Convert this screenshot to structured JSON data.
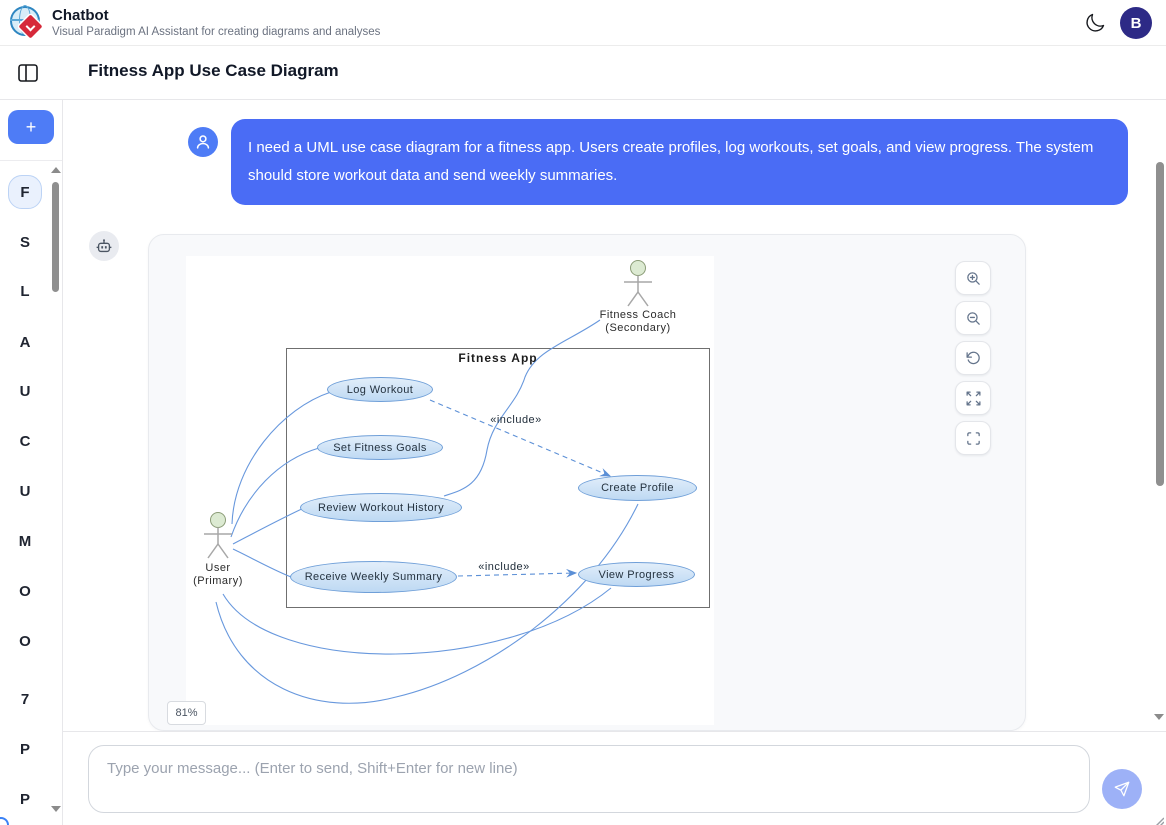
{
  "header": {
    "app_title": "Chatbot",
    "app_subtitle": "Visual Paradigm AI Assistant for creating diagrams and analyses",
    "avatar_initial": "B"
  },
  "toolbar": {
    "page_title": "Fitness App Use Case Diagram"
  },
  "sidebar": {
    "new_chat_label": "+",
    "items": [
      "F",
      "S",
      "L",
      "A",
      "U",
      "C",
      "U",
      "M",
      "O",
      "O",
      "7",
      "P",
      "P"
    ],
    "selected_index": 0
  },
  "chat": {
    "user_message": "I need a UML use case diagram for a fitness app. Users create profiles, log workouts, set goals, and view progress. The system should store workout data and send weekly summaries.",
    "zoom_level": "81%"
  },
  "diagram": {
    "system_boundary_title": "Fitness App",
    "actors": [
      {
        "name": "Fitness Coach",
        "stereotype": "(Secondary)"
      },
      {
        "name": "User",
        "stereotype": "(Primary)"
      }
    ],
    "use_cases": [
      "Log Workout",
      "Set Fitness Goals",
      "Review Workout History",
      "Receive Weekly Summary",
      "Create Profile",
      "View Progress"
    ],
    "include_labels": [
      "«include»",
      "«include»"
    ],
    "relationships": [
      {
        "from": "User",
        "to": "Log Workout",
        "type": "association"
      },
      {
        "from": "User",
        "to": "Set Fitness Goals",
        "type": "association"
      },
      {
        "from": "User",
        "to": "Review Workout History",
        "type": "association"
      },
      {
        "from": "User",
        "to": "Receive Weekly Summary",
        "type": "association"
      },
      {
        "from": "User",
        "to": "View Progress",
        "type": "association"
      },
      {
        "from": "User",
        "to": "Create Profile",
        "type": "association"
      },
      {
        "from": "Fitness Coach",
        "to": "Review Workout History",
        "type": "association"
      },
      {
        "from": "Log Workout",
        "to": "Create Profile",
        "type": "include"
      },
      {
        "from": "Receive Weekly Summary",
        "to": "View Progress",
        "type": "include"
      }
    ]
  },
  "diagram_controls": [
    "zoom-in",
    "zoom-out",
    "reset-view",
    "expand",
    "fullscreen"
  ],
  "composer": {
    "placeholder": "Type your message... (Enter to send, Shift+Enter for new line)"
  },
  "icons": {
    "header": [
      "moon-icon",
      "vp-logo"
    ],
    "toolbar": [
      "panel-toggle-icon"
    ],
    "chat": [
      "user-person-icon",
      "bot-robot-icon"
    ],
    "controls": [
      "zoom-in-icon",
      "zoom-out-icon",
      "reset-icon",
      "expand-icon",
      "fullscreen-icon"
    ],
    "composer": [
      "send-icon"
    ]
  },
  "colors": {
    "bubble_blue": "#4a6cf5",
    "accent_blue": "#4e7cf6",
    "avatar_indigo": "#2d2a86",
    "usecase_fill": "#cfe2f7",
    "usecase_stroke": "#6f9fd8",
    "diagram_line": "#6898dd",
    "send_button": "#9db1f7",
    "actor_head": "#dcead2"
  }
}
